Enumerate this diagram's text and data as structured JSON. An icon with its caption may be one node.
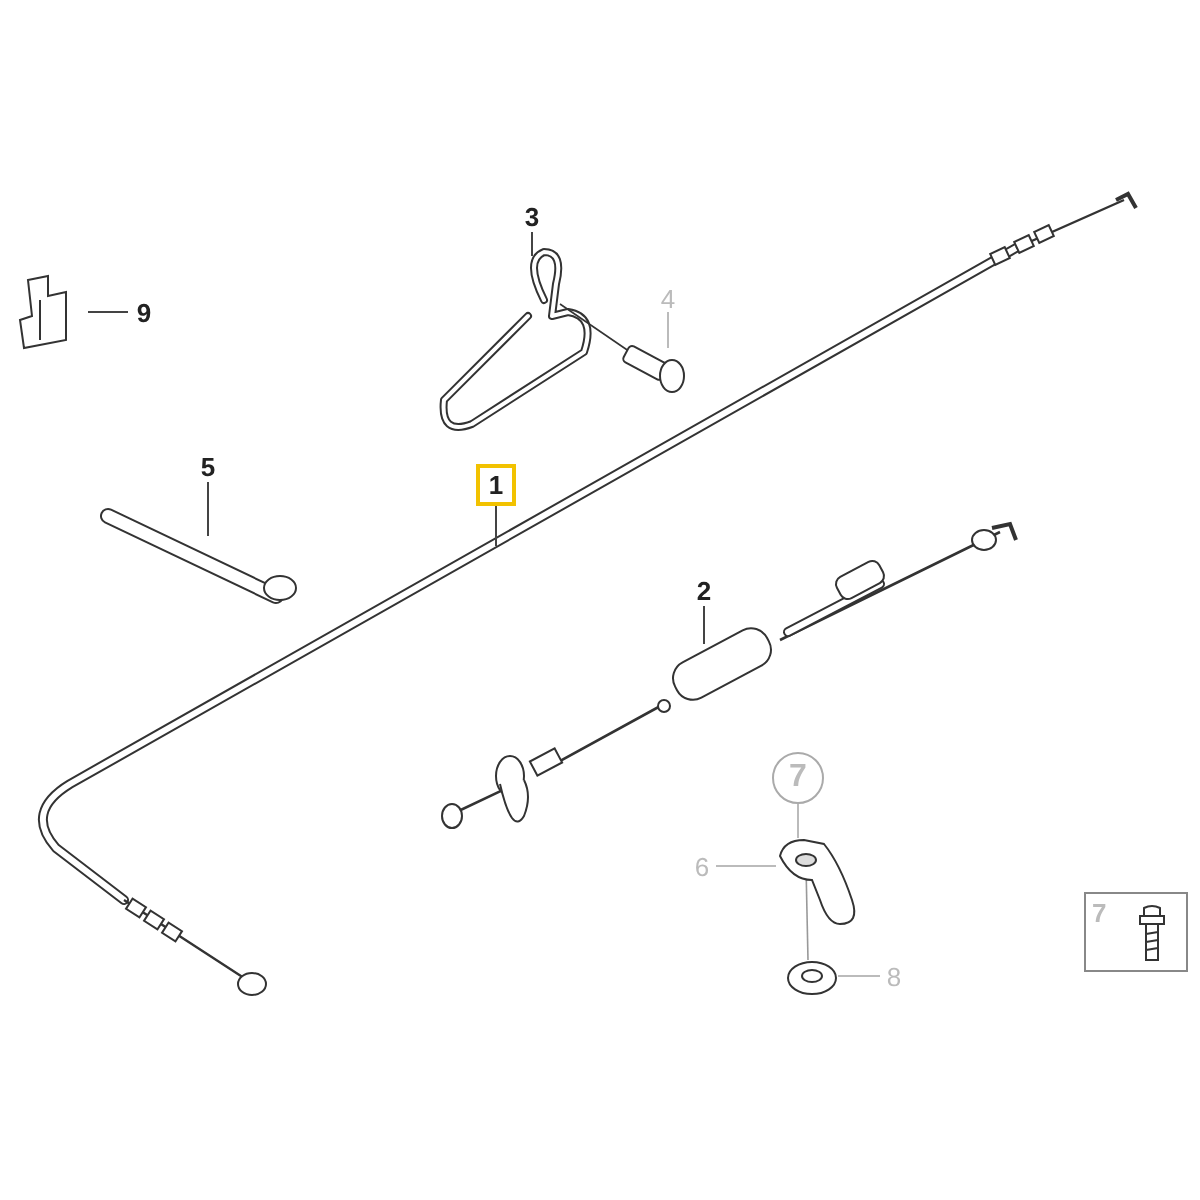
{
  "diagram": {
    "nodes": [
      {
        "text": [
          "3"
        ]
      },
      {
        "text": [
          "4"
        ]
      },
      {
        "text": [
          "9"
        ]
      },
      {
        "text": [
          "5"
        ]
      },
      {
        "text": [
          "1"
        ]
      },
      {
        "text": [
          "2"
        ]
      },
      {
        "text": [
          "7"
        ]
      },
      {
        "text": [
          "6"
        ]
      },
      {
        "text": [
          "7"
        ]
      },
      {
        "text": [
          "8"
        ]
      },
      {
        "text": [],
        "shape": "picture"
      },
      {
        "text": [],
        "shape": "picture"
      }
    ],
    "edges": [
      {
        "from": 0,
        "to": null,
        "arrow": "none"
      },
      {
        "from": 1,
        "to": null,
        "arrow": "none",
        "color": "#bbbbbb"
      },
      {
        "from": 2,
        "to": null,
        "arrow": "none"
      },
      {
        "from": 3,
        "to": null,
        "arrow": "none"
      },
      {
        "from": 4,
        "to": null,
        "arrow": "none"
      },
      {
        "from": 5,
        "to": null,
        "arrow": "none"
      },
      {
        "from": 6,
        "to": 10,
        "arrow": "none",
        "color": "#bbbbbb"
      },
      {
        "from": 7,
        "to": 10,
        "arrow": "none",
        "color": "#bbbbbb"
      },
      {
        "from": 9,
        "to": 11,
        "arrow": "none",
        "color": "#bbbbbb"
      },
      {
        "from": 10,
        "to": 11,
        "arrow": "none",
        "color": "#999999"
      }
    ]
  }
}
